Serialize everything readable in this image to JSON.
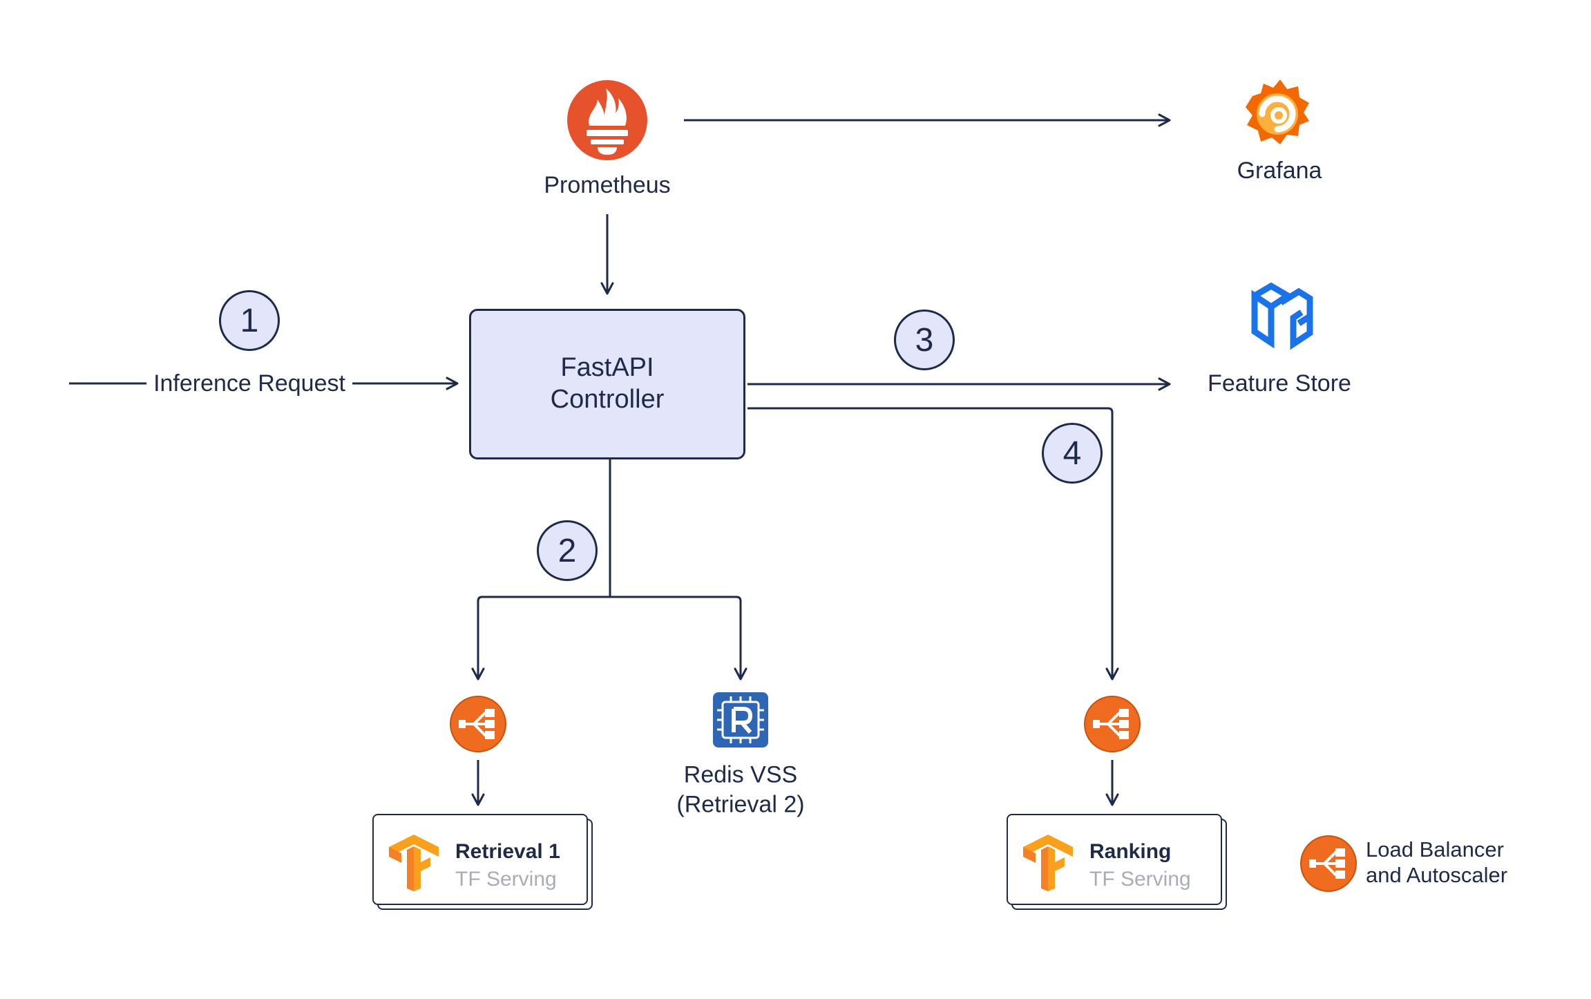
{
  "nodes": {
    "prometheus": "Prometheus",
    "grafana": "Grafana",
    "feature_store": "Feature Store",
    "inference_request": "Inference Request",
    "controller_line1": "FastAPI",
    "controller_line2": "Controller",
    "redis_line1": "Redis VSS",
    "redis_line2": "(Retrieval 2)"
  },
  "steps": [
    "1",
    "2",
    "3",
    "4"
  ],
  "cards": {
    "retrieval": {
      "title": "Retrieval 1",
      "subtitle": "TF Serving"
    },
    "ranking": {
      "title": "Ranking",
      "subtitle": "TF Serving"
    }
  },
  "legend": {
    "line1": "Load Balancer",
    "line2": "and Autoscaler"
  },
  "colors": {
    "line": "#1e2a4a",
    "controller_fill": "#e3e6fb",
    "prometheus": "#e6522c",
    "load_balancer": "#ef6b1f",
    "tensorflow": "#f9a11c",
    "redis": "#2f65b5",
    "feature_store": "#1a73e8",
    "grafana": "#f46800",
    "muted_text": "#a7adb8"
  },
  "icons": {
    "prometheus": "prometheus-flame-icon",
    "grafana": "grafana-swirl-icon",
    "feature_store": "feature-store-cube-icon",
    "load_balancer": "load-balancer-icon",
    "tensorflow": "tensorflow-logo-icon",
    "redis": "redis-chip-icon"
  }
}
